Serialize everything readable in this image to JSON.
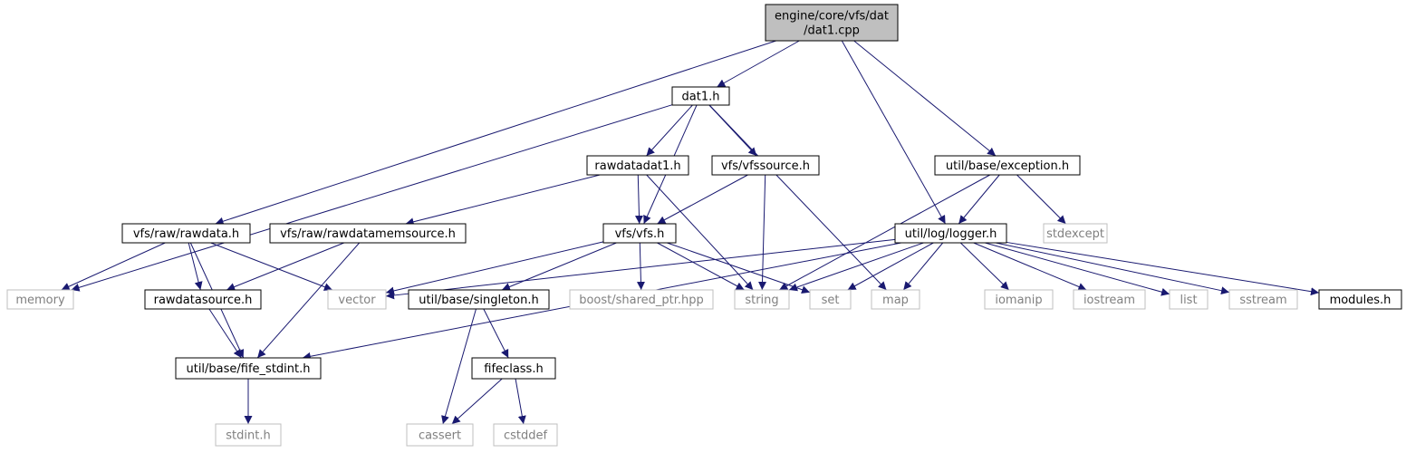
{
  "colors": {
    "edge": "#191970",
    "root_fill": "#bfbfbf",
    "local_border": "#000000",
    "system_border": "#bfbfbf",
    "system_text": "#808080",
    "text": "#000000"
  },
  "nodes": {
    "root": {
      "lines": [
        "engine/core/vfs/dat",
        "/dat1.cpp"
      ],
      "kind": "root"
    },
    "dat1_h": {
      "lines": [
        "dat1.h"
      ],
      "kind": "local"
    },
    "rawdatadat1_h": {
      "lines": [
        "rawdatadat1.h"
      ],
      "kind": "local"
    },
    "vfssource_h": {
      "lines": [
        "vfs/vfssource.h"
      ],
      "kind": "local"
    },
    "exception_h": {
      "lines": [
        "util/base/exception.h"
      ],
      "kind": "local"
    },
    "rawdata_h": {
      "lines": [
        "vfs/raw/rawdata.h"
      ],
      "kind": "local"
    },
    "rawdatamemsource_h": {
      "lines": [
        "vfs/raw/rawdatamemsource.h"
      ],
      "kind": "local"
    },
    "vfs_h": {
      "lines": [
        "vfs/vfs.h"
      ],
      "kind": "local"
    },
    "logger_h": {
      "lines": [
        "util/log/logger.h"
      ],
      "kind": "local"
    },
    "stdexcept": {
      "lines": [
        "stdexcept"
      ],
      "kind": "system"
    },
    "memory": {
      "lines": [
        "memory"
      ],
      "kind": "system"
    },
    "rawdatasource_h": {
      "lines": [
        "rawdatasource.h"
      ],
      "kind": "local"
    },
    "vector": {
      "lines": [
        "vector"
      ],
      "kind": "system"
    },
    "singleton_h": {
      "lines": [
        "util/base/singleton.h"
      ],
      "kind": "local"
    },
    "shared_ptr": {
      "lines": [
        "boost/shared_ptr.hpp"
      ],
      "kind": "system"
    },
    "string": {
      "lines": [
        "string"
      ],
      "kind": "system"
    },
    "set": {
      "lines": [
        "set"
      ],
      "kind": "system"
    },
    "map": {
      "lines": [
        "map"
      ],
      "kind": "system"
    },
    "iomanip": {
      "lines": [
        "iomanip"
      ],
      "kind": "system"
    },
    "iostream": {
      "lines": [
        "iostream"
      ],
      "kind": "system"
    },
    "list": {
      "lines": [
        "list"
      ],
      "kind": "system"
    },
    "sstream": {
      "lines": [
        "sstream"
      ],
      "kind": "system"
    },
    "modules_h": {
      "lines": [
        "modules.h"
      ],
      "kind": "local"
    },
    "fife_stdint_h": {
      "lines": [
        "util/base/fife_stdint.h"
      ],
      "kind": "local"
    },
    "fifeclass_h": {
      "lines": [
        "fifeclass.h"
      ],
      "kind": "local"
    },
    "stdint_h": {
      "lines": [
        "stdint.h"
      ],
      "kind": "system"
    },
    "cassert": {
      "lines": [
        "cassert"
      ],
      "kind": "system"
    },
    "cstddef": {
      "lines": [
        "cstddef"
      ],
      "kind": "system"
    }
  },
  "edges": [
    [
      "root",
      "dat1_h"
    ],
    [
      "root",
      "rawdata_h"
    ],
    [
      "root",
      "logger_h"
    ],
    [
      "root",
      "exception_h"
    ],
    [
      "dat1_h",
      "rawdatadat1_h"
    ],
    [
      "dat1_h",
      "vfssource_h"
    ],
    [
      "dat1_h",
      "vfs_h"
    ],
    [
      "dat1_h",
      "memory"
    ],
    [
      "dat1_h",
      "map"
    ],
    [
      "rawdatadat1_h",
      "rawdatamemsource_h"
    ],
    [
      "rawdatadat1_h",
      "vfs_h"
    ],
    [
      "rawdatadat1_h",
      "string"
    ],
    [
      "vfssource_h",
      "vfs_h"
    ],
    [
      "vfssource_h",
      "string"
    ],
    [
      "exception_h",
      "logger_h"
    ],
    [
      "exception_h",
      "stdexcept"
    ],
    [
      "exception_h",
      "string"
    ],
    [
      "rawdata_h",
      "memory"
    ],
    [
      "rawdata_h",
      "rawdatasource_h"
    ],
    [
      "rawdata_h",
      "vector"
    ],
    [
      "rawdata_h",
      "fife_stdint_h"
    ],
    [
      "rawdatamemsource_h",
      "rawdatasource_h"
    ],
    [
      "rawdatamemsource_h",
      "fife_stdint_h"
    ],
    [
      "vfs_h",
      "vector"
    ],
    [
      "vfs_h",
      "singleton_h"
    ],
    [
      "vfs_h",
      "shared_ptr"
    ],
    [
      "vfs_h",
      "string"
    ],
    [
      "vfs_h",
      "set"
    ],
    [
      "logger_h",
      "vector"
    ],
    [
      "logger_h",
      "string"
    ],
    [
      "logger_h",
      "set"
    ],
    [
      "logger_h",
      "map"
    ],
    [
      "logger_h",
      "iomanip"
    ],
    [
      "logger_h",
      "iostream"
    ],
    [
      "logger_h",
      "list"
    ],
    [
      "logger_h",
      "sstream"
    ],
    [
      "logger_h",
      "modules_h"
    ],
    [
      "logger_h",
      "fife_stdint_h"
    ],
    [
      "rawdatasource_h",
      "fife_stdint_h"
    ],
    [
      "singleton_h",
      "fifeclass_h"
    ],
    [
      "singleton_h",
      "cassert"
    ],
    [
      "fife_stdint_h",
      "stdint_h"
    ],
    [
      "fifeclass_h",
      "cassert"
    ],
    [
      "fifeclass_h",
      "cstddef"
    ]
  ]
}
